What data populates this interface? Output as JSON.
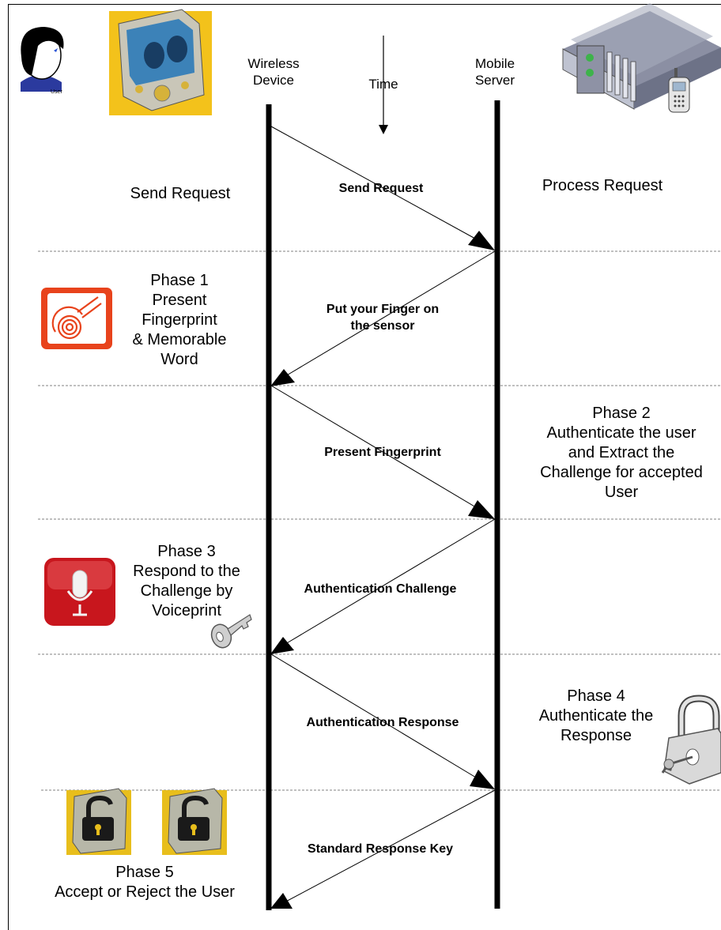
{
  "columns": {
    "device": "Wireless\nDevice",
    "time": "Time",
    "server": "Mobile\nServer"
  },
  "user_icon_caption": "User",
  "messages": [
    "Send Request",
    "Put your Finger on\nthe sensor",
    "Present Fingerprint",
    "Authentication Challenge",
    "Authentication Response",
    "Standard Response Key"
  ],
  "steps": {
    "send_request": "Send Request",
    "process_request": "Process Request",
    "phase1": "Phase 1\nPresent\nFingerprint\n& Memorable\nWord",
    "phase2": "Phase 2\nAuthenticate the user\nand Extract the\nChallenge for accepted\nUser",
    "phase3": "Phase 3\nRespond to the\nChallenge by\nVoiceprint",
    "phase4": "Phase 4\nAuthenticate the\nResponse",
    "phase5": "Phase 5\nAccept or Reject the User"
  },
  "icons": [
    "user-icon",
    "pda-fingerprint-icon",
    "server-icon",
    "mobile-phone-icon",
    "fingerprint-icon",
    "microphone-icon",
    "key-icon",
    "padlock-key-icon",
    "pda-unlock-icon"
  ],
  "colors": {
    "line": "#000000",
    "divider": "#808080",
    "fingerprint": "#e8431c",
    "mic": "#c8161d",
    "pda": "#f2c21a"
  }
}
